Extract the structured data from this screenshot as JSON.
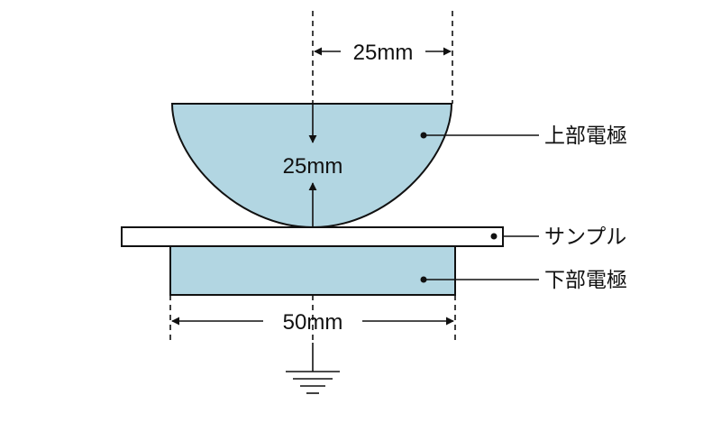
{
  "dimensions": {
    "top_radius_label": "25mm",
    "height_label": "25mm",
    "bottom_width_label": "50mm"
  },
  "callouts": {
    "upper_electrode": "上部電極",
    "sample": "サンプル",
    "lower_electrode": "下部電極"
  },
  "colors": {
    "electrode_fill": "#b2d6e2",
    "outline": "#111111",
    "sample_fill": "#ffffff"
  },
  "symbols": {
    "ground": "ground-icon"
  }
}
